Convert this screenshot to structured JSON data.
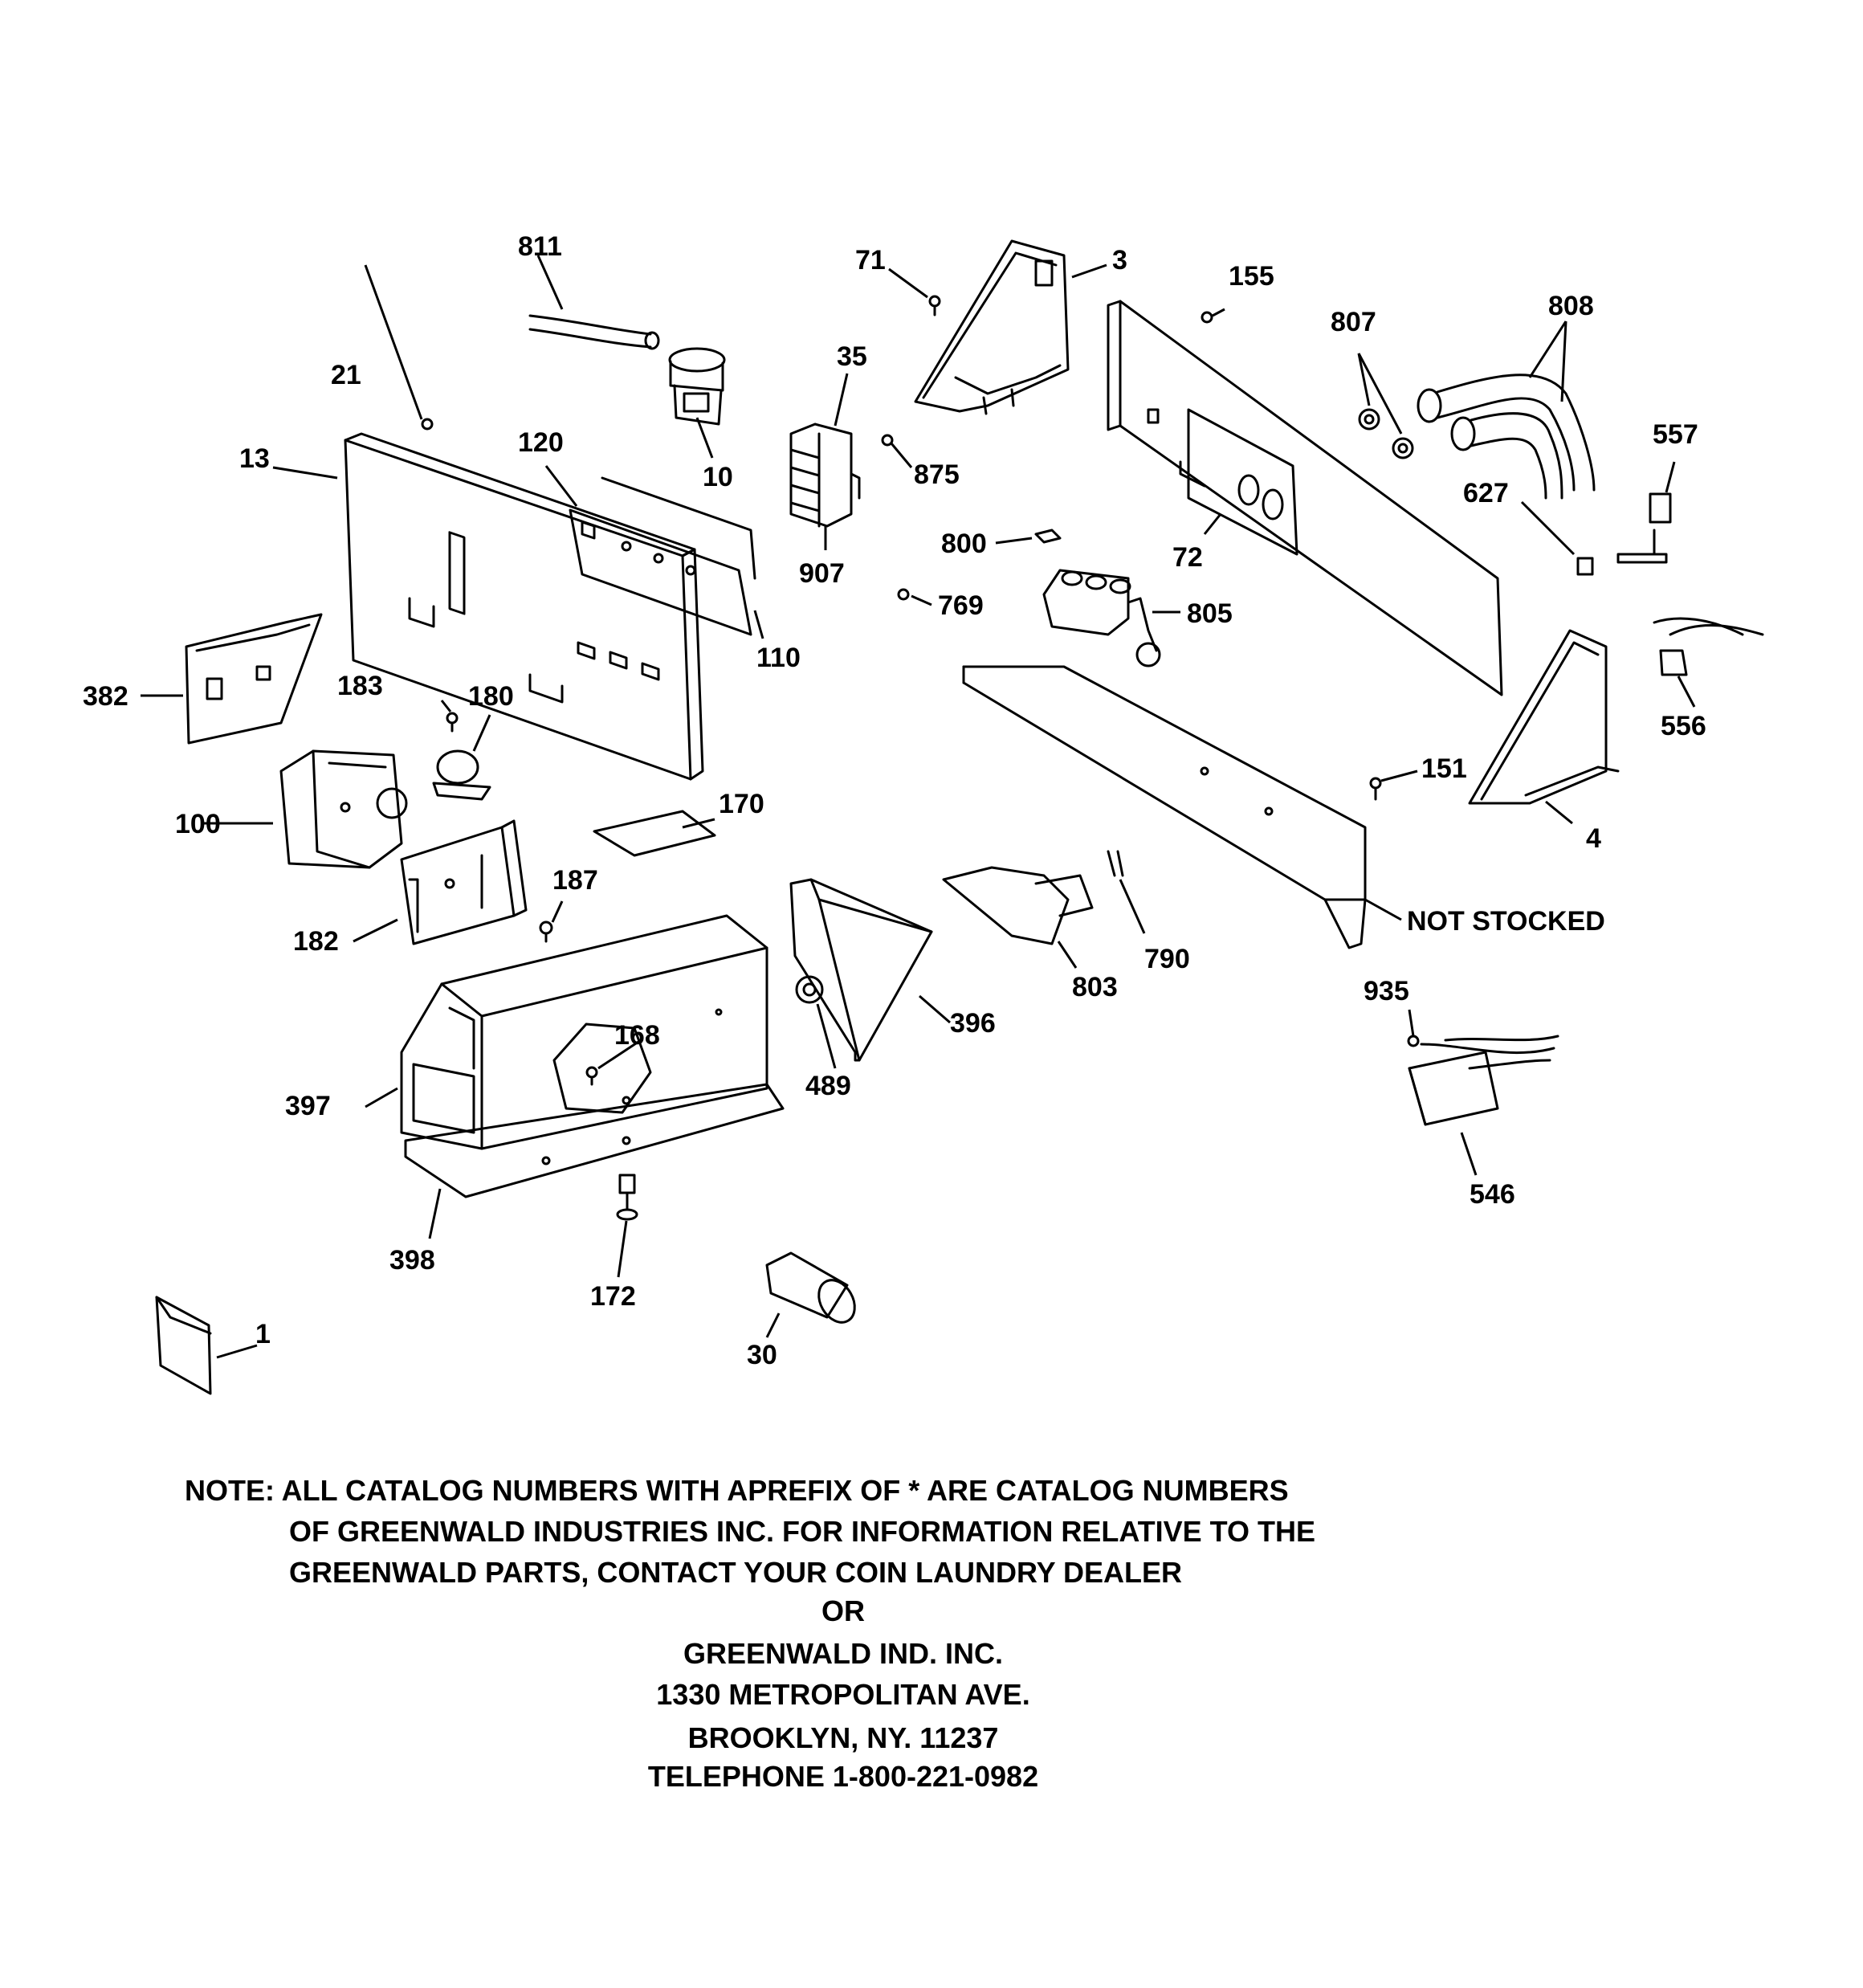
{
  "callouts": {
    "c1": "1",
    "c3": "3",
    "c4": "4",
    "c10": "10",
    "c13": "13",
    "c21": "21",
    "c30": "30",
    "c35": "35",
    "c71": "71",
    "c72": "72",
    "c100": "100",
    "c110": "110",
    "c120": "120",
    "c151": "151",
    "c155": "155",
    "c168": "168",
    "c170": "170",
    "c172": "172",
    "c180": "180",
    "c182": "182",
    "c183": "183",
    "c187": "187",
    "c382": "382",
    "c396": "396",
    "c397": "397",
    "c398": "398",
    "c489": "489",
    "c546": "546",
    "c556": "556",
    "c557": "557",
    "c627": "627",
    "c769": "769",
    "c790": "790",
    "c800": "800",
    "c803": "803",
    "c805": "805",
    "c807": "807",
    "c808": "808",
    "c811": "811",
    "c875": "875",
    "c907": "907",
    "c935": "935",
    "not_stocked": "NOT STOCKED"
  },
  "note": {
    "line1": "NOTE: ALL CATALOG NUMBERS WITH APREFIX OF * ARE CATALOG NUMBERS",
    "line2": "OF GREENWALD INDUSTRIES INC. FOR INFORMATION RELATIVE TO THE",
    "line3": "GREENWALD PARTS, CONTACT YOUR COIN LAUNDRY DEALER",
    "line4": "OR",
    "line5": "GREENWALD IND. INC.",
    "line6": "1330 METROPOLITAN AVE.",
    "line7": "BROOKLYN, NY. 11237",
    "line8": "TELEPHONE 1-800-221-0982"
  }
}
